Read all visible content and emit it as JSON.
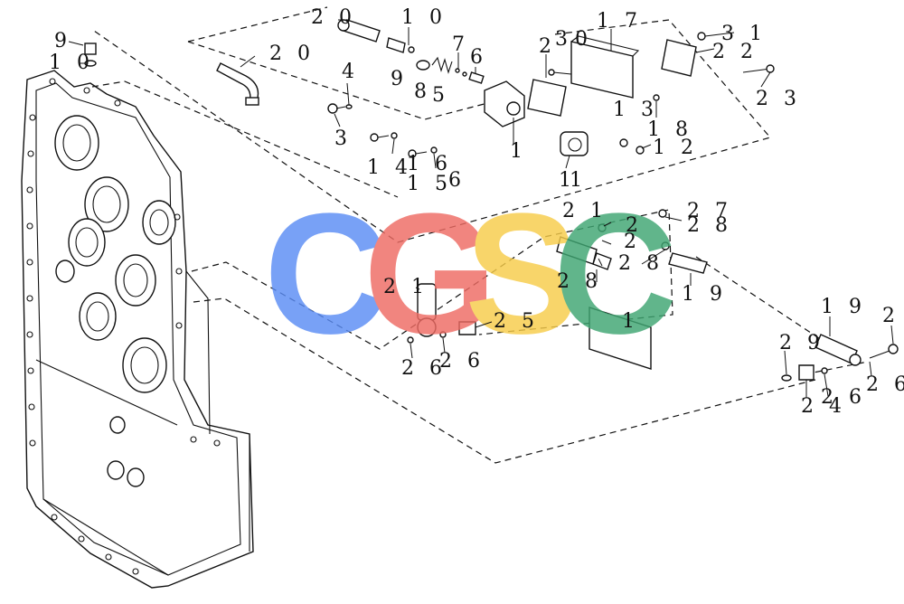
{
  "watermark": {
    "letters": [
      "C",
      "G",
      "S",
      "C"
    ],
    "colors": [
      "#5b8df5",
      "#ee6b63",
      "#f7cc4a",
      "#3fa672"
    ]
  },
  "callouts": {
    "c9": "9",
    "c10a": "1 0",
    "c20a": "2 0",
    "c10b": "1 0",
    "c20b": "2 0",
    "c4a": "4",
    "c3a": "3",
    "c9b": "9",
    "c8": "8",
    "c5": "5",
    "c7": "7",
    "c6": "6",
    "c2a": "2",
    "c3b": "3",
    "c0": "0",
    "c17": "1 7",
    "c31": "3 1",
    "c22": "2 2",
    "c23": "2 3",
    "c13": "1 3",
    "c18": "1 8",
    "c1a": "1",
    "c12": "1 2",
    "c11": "1",
    "c11b": "1",
    "c14": "1 4",
    "c16": "1 6",
    "c15": "1 5",
    "c6b": "6",
    "c21a": "2 1",
    "c2b": "2",
    "c2c": "2",
    "c27": "2 7",
    "c28a": "2 8",
    "c28b": "2 8",
    "c28c": "2 8",
    "c21b": "2 1",
    "c1b": "1",
    "c19a": "1 9",
    "c25": "2 5",
    "c26a": "2 6",
    "c26b": "2 6",
    "c19b": "1 9",
    "c2d": "2",
    "c29": "2 9",
    "c24": "2 4",
    "c26c": "2 6",
    "c26d": "2 6"
  }
}
